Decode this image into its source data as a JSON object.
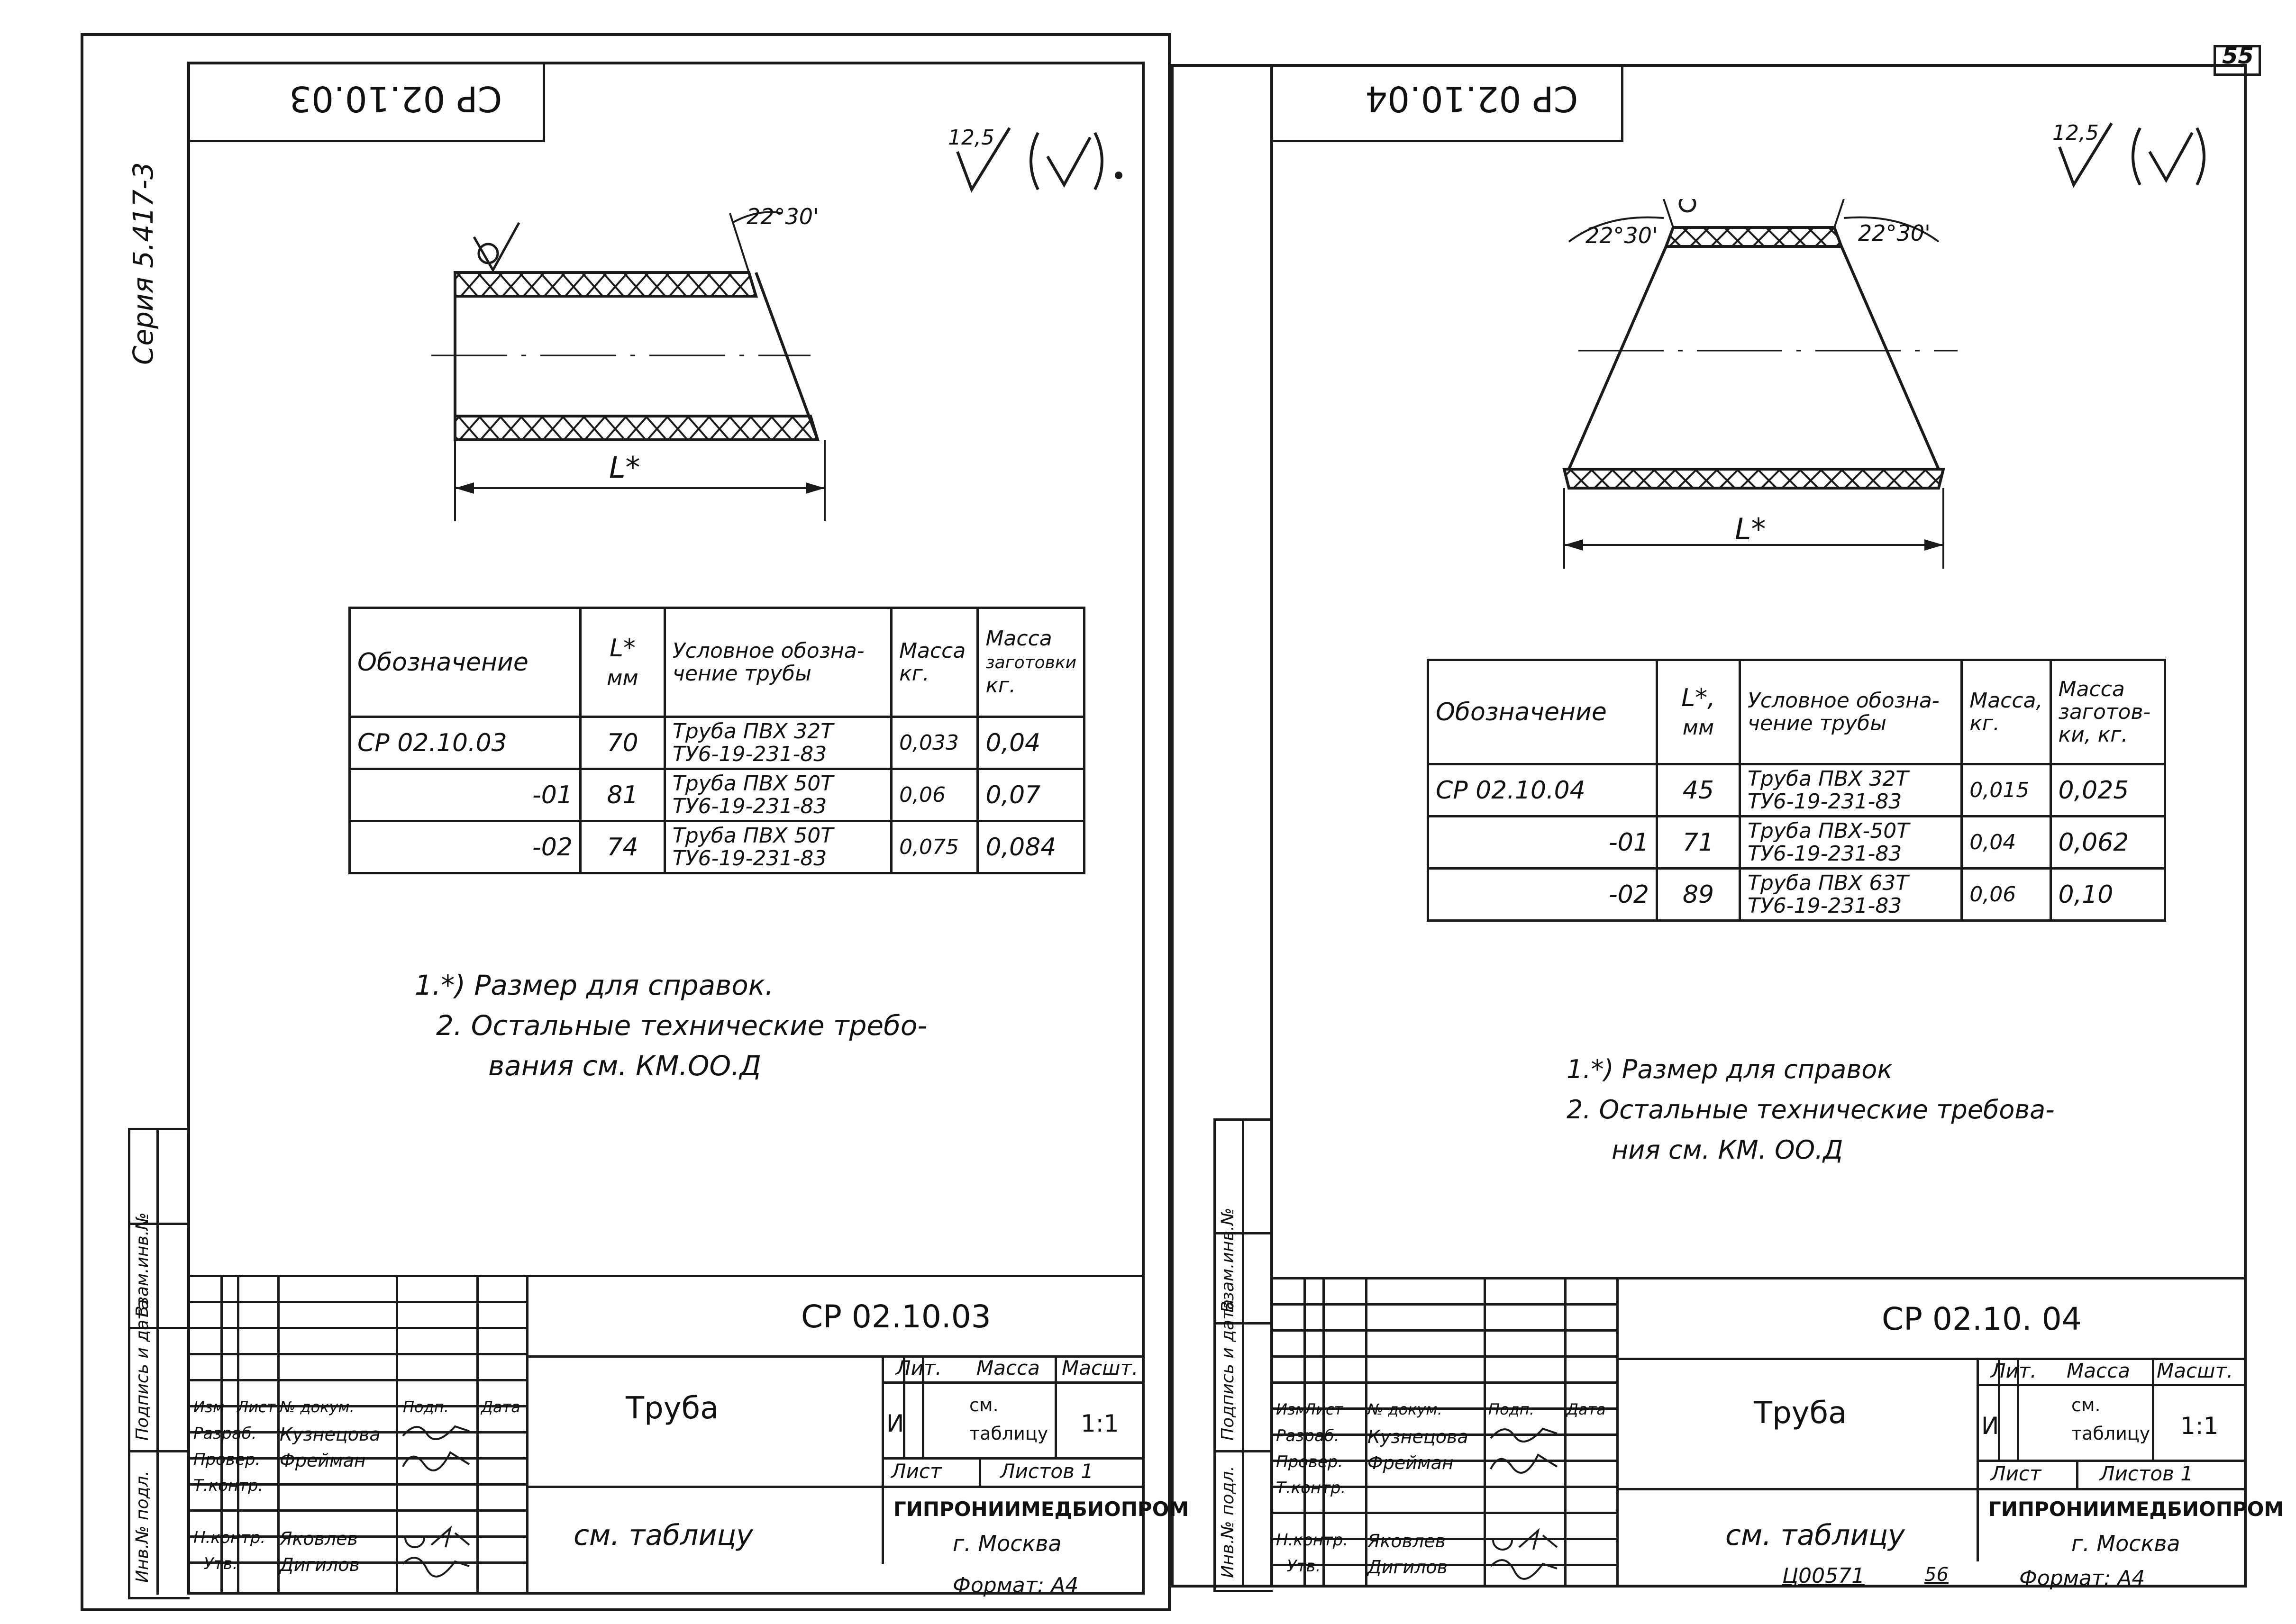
{
  "page_number": "55",
  "series_stamp": "Серия 5.417-3",
  "bottom_code": "Ц00571",
  "bottom_code_b": "56",
  "left_sidebar": {
    "inv_podl": "Инв.№ подл.",
    "podpis_data": "Подпись и дата",
    "vzam_inv": "Взам.инв.№"
  },
  "sheets": [
    {
      "id": "sheet-left",
      "top_stamp_rotated": "СР 02.10.03",
      "roughness": "12,5",
      "angle_right": "22°30'",
      "angle_left": "",
      "length_label": "L*",
      "table": {
        "headers": [
          "Обозначение",
          "L*\nмм",
          "Условное обозна-\nчение трубы",
          "Масса\nкг.",
          "Масса\nзаготовки\nкг."
        ],
        "rows": [
          [
            "СР 02.10.03",
            "70",
            "Труба ПВХ 32Т\nТУ6-19-231-83",
            "0,033",
            "0,04"
          ],
          [
            "-01",
            "81",
            "Труба ПВХ 50Т\nТУ6-19-231-83",
            "0,06",
            "0,07"
          ],
          [
            "-02",
            "74",
            "Труба ПВХ 50Т\nТУ6-19-231-83",
            "0,075",
            "0,084"
          ]
        ]
      },
      "notes": [
        "1.*) Размер для справок.",
        "2.  Остальные технические требо-",
        "вания  см.  КМ.ОО.Д"
      ],
      "title_block": {
        "code": "СР 02.10.03",
        "name": "Труба",
        "material": "см. таблицу",
        "lit_label": "Лит.",
        "mass_label": "Масса",
        "scale_label": "Масшт.",
        "lit_value": "И",
        "mass_value": "см.\nтаблицу",
        "scale_value": "1:1",
        "sheet_label": "Лист",
        "sheets_label": "Листов 1",
        "org": "ГИПРОНИИМЕДБИОПРОМ",
        "city": "г. Москва",
        "format": "Формат: А4",
        "header_row": [
          "Изм",
          "Лист",
          "№ докум.",
          "Подп.",
          "Дата"
        ],
        "people": [
          [
            "Разраб.",
            "Кузнецова"
          ],
          [
            "Провер.",
            "Фрейман"
          ],
          [
            "Т.контр.",
            ""
          ],
          [
            "",
            ""
          ],
          [
            "Н.контр.",
            "Яковлев"
          ],
          [
            "Утв.",
            "Дигилов"
          ]
        ]
      }
    },
    {
      "id": "sheet-right",
      "top_stamp_rotated": "СР 02.10.04",
      "roughness": "12,5",
      "angle_right": "22°30'",
      "angle_left": "22°30'",
      "length_label": "L*",
      "table": {
        "headers": [
          "Обозначение",
          "L*,\nмм",
          "Условное обозна-\nчение трубы",
          "Масса,\nкг.",
          "Масса\nзаготов-\nки, кг."
        ],
        "rows": [
          [
            "СР 02.10.04",
            "45",
            "Труба ПВХ 32Т\nТУ6-19-231-83",
            "0,015",
            "0,025"
          ],
          [
            "-01",
            "71",
            "Труба ПВХ-50Т\nТУ6-19-231-83",
            "0,04",
            "0,062"
          ],
          [
            "-02",
            "89",
            "Труба ПВХ 63Т\nТУ6-19-231-83",
            "0,06",
            "0,10"
          ]
        ]
      },
      "notes": [
        "1.*) Размер для справок",
        "2.  Остальные технические требова-",
        "ния  см. КМ. ОО.Д"
      ],
      "title_block": {
        "code": "СР 02.10. 04",
        "name": "Труба",
        "material": "см. таблицу",
        "lit_label": "Лит.",
        "mass_label": "Масса",
        "scale_label": "Масшт.",
        "lit_value": "И",
        "mass_value": "см.\nтаблицу",
        "scale_value": "1:1",
        "sheet_label": "Лист",
        "sheets_label": "Листов 1",
        "org": "ГИПРОНИИМЕДБИОПРОМ",
        "city": "г. Москва",
        "format": "Формат: А4",
        "header_row": [
          "Изм",
          "Лист",
          "№ докум.",
          "Подп.",
          "Дата"
        ],
        "people": [
          [
            "Разраб.",
            "Кузнецова"
          ],
          [
            "Провер.",
            "Фрейман"
          ],
          [
            "Т.контр.",
            ""
          ],
          [
            "",
            ""
          ],
          [
            "Н.контр.",
            "Яковлев"
          ],
          [
            "Утв.",
            "Дигилов"
          ]
        ]
      }
    }
  ]
}
